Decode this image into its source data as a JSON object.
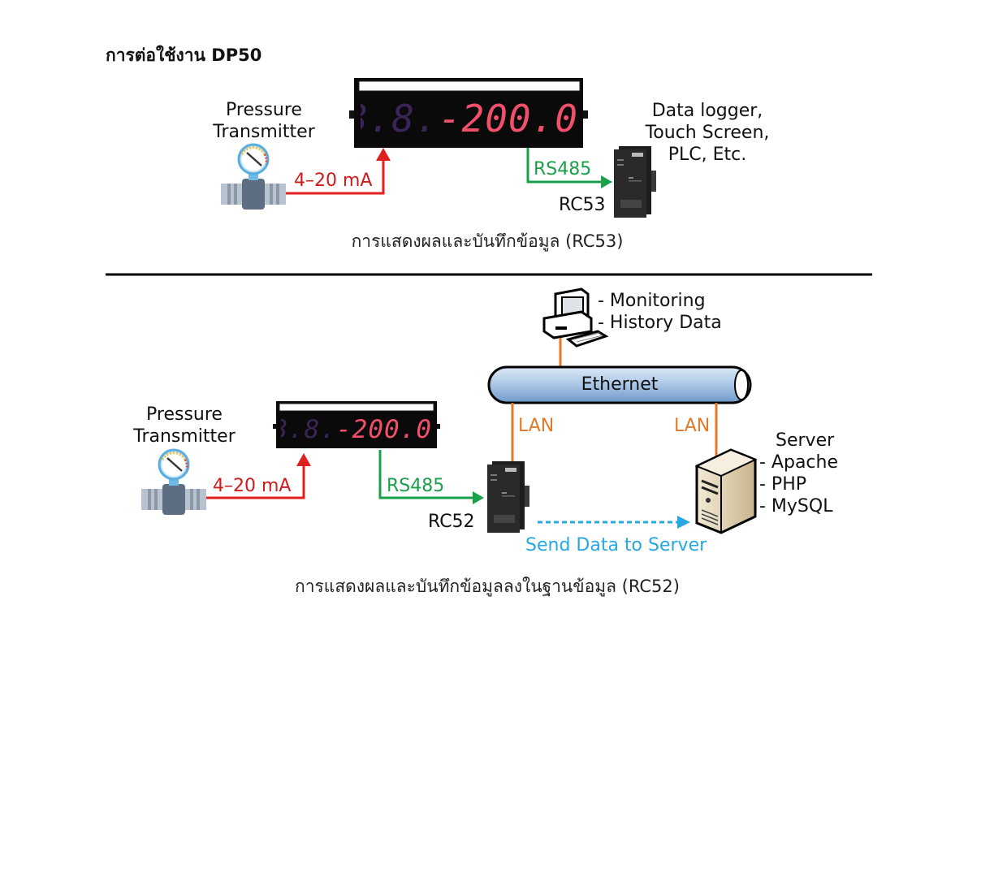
{
  "title": {
    "thai": "การต่อใช้งาน",
    "model": "DP50"
  },
  "colors": {
    "signal_4_20": "#d11a1a",
    "rs485": "#1aa04a",
    "lan": "#e07a2a",
    "send": "#28a8e0",
    "display_led": "#f0506a"
  },
  "diagram1": {
    "transmitter_label": [
      "Pressure",
      "Transmitter"
    ],
    "signal_label": "4–20 mA",
    "display_value": "-200.0",
    "rs485_label": "RS485",
    "device_label": "RC53",
    "target_label": [
      "Data logger,",
      "Touch Screen,",
      "PLC, Etc."
    ],
    "caption": "การแสดงผลและบันทึกข้อมูล (RC53)"
  },
  "diagram2": {
    "pc_features": [
      "- Monitoring",
      "- History Data"
    ],
    "network_label": "Ethernet",
    "lan_label_left": "LAN",
    "lan_label_right": "LAN",
    "transmitter_label": [
      "Pressure",
      "Transmitter"
    ],
    "signal_label": "4–20 mA",
    "display_value": "-200.0",
    "rs485_label": "RS485",
    "device_label": "RC52",
    "send_label": "Send Data to Server",
    "server_title": "Server",
    "server_features": [
      "- Apache",
      "- PHP",
      "- MySQL"
    ],
    "caption": "การแสดงผลและบันทึกข้อมูลลงในฐานข้อมูล (RC52)"
  }
}
